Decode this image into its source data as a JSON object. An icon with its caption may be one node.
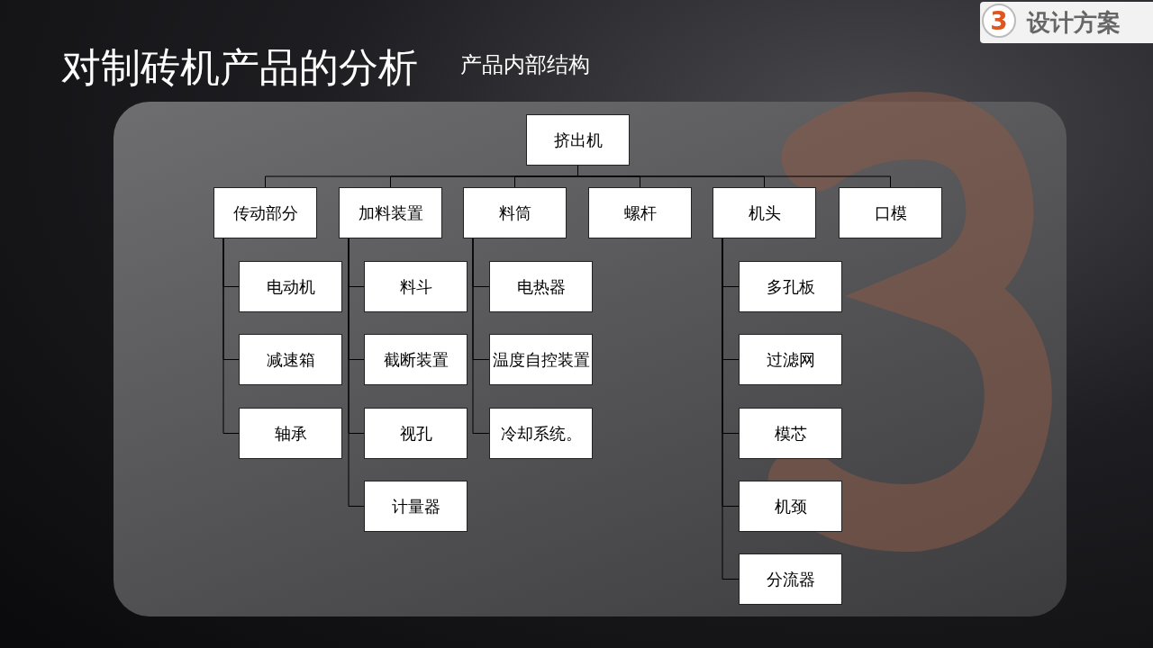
{
  "diagram": {
    "title": "对制砖机产品的分析",
    "nodes": [
      {
        "text": [
          "挤出机"
        ]
      },
      {
        "text": [
          "传动部分"
        ]
      },
      {
        "text": [
          "加料装置"
        ]
      },
      {
        "text": [
          "料筒"
        ]
      },
      {
        "text": [
          "螺杆"
        ]
      },
      {
        "text": [
          "机头"
        ]
      },
      {
        "text": [
          "口模"
        ]
      },
      {
        "text": [
          "电动机"
        ]
      },
      {
        "text": [
          "减速箱"
        ]
      },
      {
        "text": [
          "轴承"
        ]
      },
      {
        "text": [
          "料斗"
        ]
      },
      {
        "text": [
          "截断装置"
        ]
      },
      {
        "text": [
          "视孔"
        ]
      },
      {
        "text": [
          "计量器"
        ]
      },
      {
        "text": [
          "电热器"
        ]
      },
      {
        "text": [
          "温度自控装置"
        ]
      },
      {
        "text": [
          "冷却系统。"
        ]
      },
      {
        "text": [
          "多孔板"
        ]
      },
      {
        "text": [
          "过滤网"
        ]
      },
      {
        "text": [
          "模芯"
        ]
      },
      {
        "text": [
          "机颈"
        ]
      },
      {
        "text": [
          "分流器"
        ]
      }
    ],
    "edges": [
      {
        "from": 0,
        "to": 1,
        "arrow": "none"
      },
      {
        "from": 0,
        "to": 2,
        "arrow": "none"
      },
      {
        "from": 0,
        "to": 3,
        "arrow": "none"
      },
      {
        "from": 0,
        "to": 4,
        "arrow": "none"
      },
      {
        "from": 0,
        "to": 5,
        "arrow": "none"
      },
      {
        "from": 0,
        "to": 6,
        "arrow": "none"
      },
      {
        "from": 1,
        "to": 7,
        "arrow": "none"
      },
      {
        "from": 1,
        "to": 8,
        "arrow": "none"
      },
      {
        "from": 1,
        "to": 9,
        "arrow": "none"
      },
      {
        "from": 2,
        "to": 10,
        "arrow": "none"
      },
      {
        "from": 2,
        "to": 11,
        "arrow": "none"
      },
      {
        "from": 2,
        "to": 12,
        "arrow": "none"
      },
      {
        "from": 2,
        "to": 13,
        "arrow": "none"
      },
      {
        "from": 3,
        "to": 14,
        "arrow": "none"
      },
      {
        "from": 3,
        "to": 15,
        "arrow": "none"
      },
      {
        "from": 3,
        "to": 16,
        "arrow": "none"
      },
      {
        "from": 5,
        "to": 17,
        "arrow": "none"
      },
      {
        "from": 5,
        "to": 18,
        "arrow": "none"
      },
      {
        "from": 5,
        "to": 19,
        "arrow": "none"
      },
      {
        "from": 5,
        "to": 20,
        "arrow": "none"
      },
      {
        "from": 5,
        "to": 21,
        "arrow": "none"
      }
    ],
    "labels": [
      "3",
      "设计方案",
      "产品内部结构"
    ]
  }
}
